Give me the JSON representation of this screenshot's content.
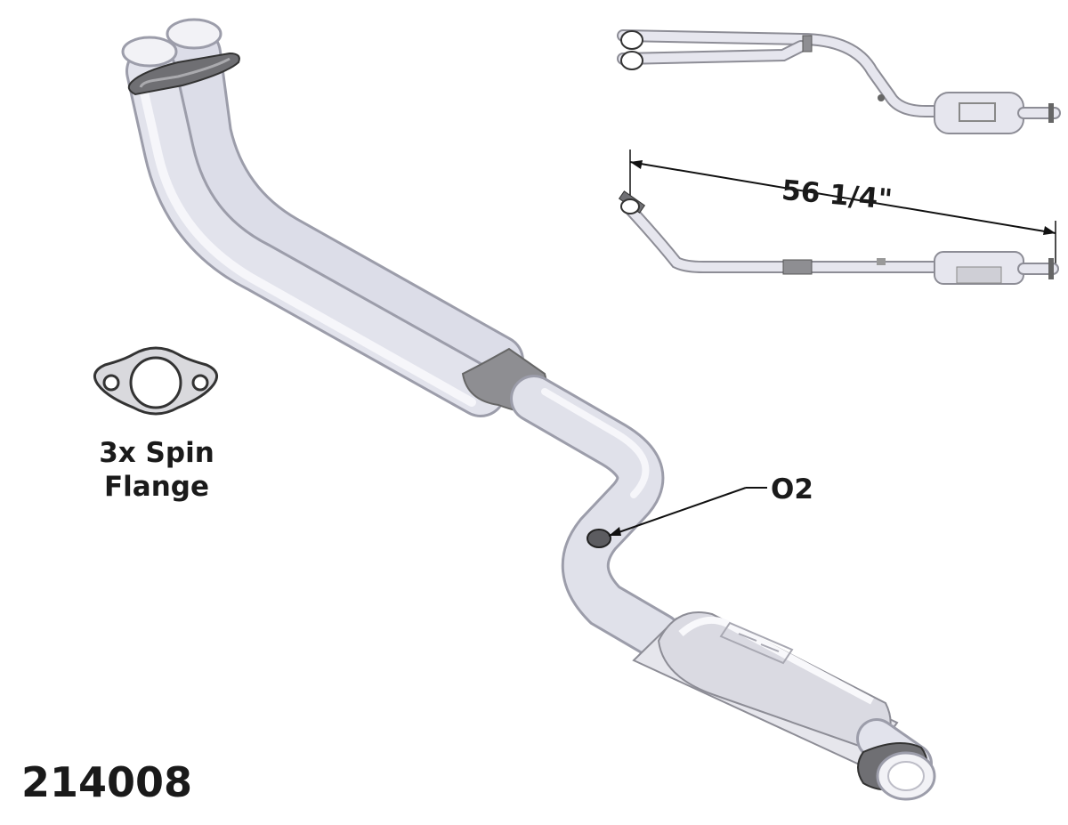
{
  "flange_label": {
    "line1": "3x Spin",
    "line2": "Flange"
  },
  "sensor_label": "O2",
  "dimension_label": "56 1/4\"",
  "part_number": "214008",
  "colors": {
    "pipe": "#dfe0ea",
    "pipe_shadow": "#b9bac6",
    "pipe_highlight": "#f4f4f8",
    "joint": "#8e8e92",
    "outline": "#555555",
    "text": "#1a1a1a"
  }
}
